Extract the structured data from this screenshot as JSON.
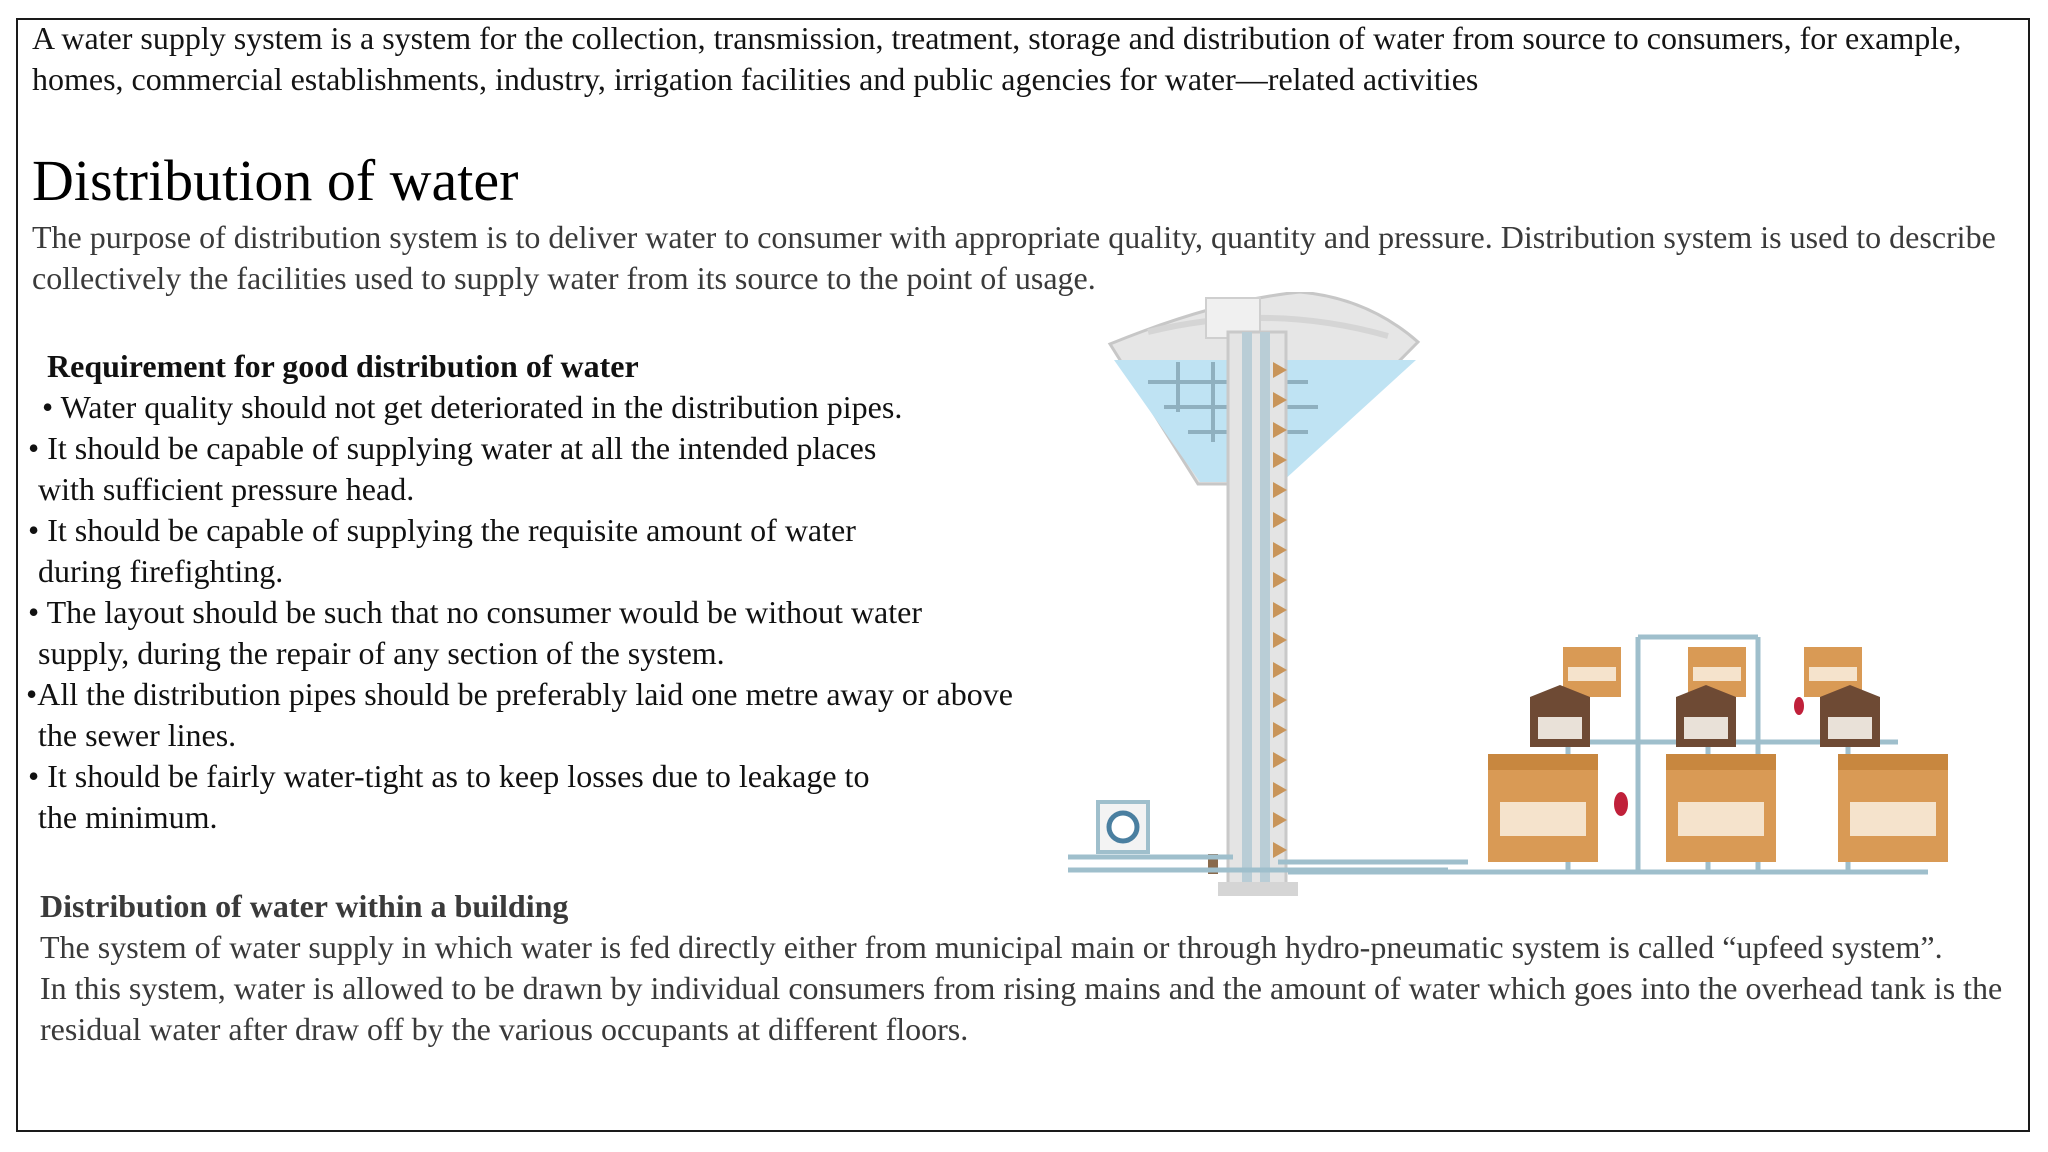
{
  "intro": "A water supply system is a system for the collection, transmission, treatment, storage and distribution of water from source to consumers, for example, homes, commercial establishments, industry, irrigation facilities and public agencies for water—related activities",
  "title": "Distribution of water",
  "purpose": "The purpose of distribution system is to deliver water to consumer with appropriate quality, quantity and pressure.  Distribution system is used to describe collectively the facilities used to supply water from its source to the point of usage.",
  "requirements": {
    "heading": "Requirement for good distribution of water",
    "lines": [
      "•   Water quality should not get deteriorated in the distribution pipes.",
      "•    It should be capable of supplying water at all the intended places",
      "with sufficient pressure head.",
      "• It should be capable of supplying the requisite amount of water",
      "during firefighting.",
      "•    The layout should be such that no consumer would be without water",
      "supply, during the repair of any section of the system.",
      "•All  the distribution pipes should be preferably laid one metre away or above",
      "the  sewer lines.",
      "•    It should be fairly water-tight as to keep losses due to leakage to",
      "the  minimum."
    ]
  },
  "building": {
    "heading": "Distribution of water within a building",
    "para1": " The system of water supply in which water is fed directly either from municipal main or through hydro-pneumatic system is called “upfeed system”.",
    "para2": " In this system, water is allowed to be drawn by individual consumers from rising mains and the amount of water which goes into the overhead tank is the residual water after draw off by the various occupants at different floors."
  },
  "illustration": {
    "icon": "water-tower-distribution-illustration",
    "colors": {
      "water": "#bfe3f3",
      "pipe": "#9fbfcc",
      "house_light": "#d99a55",
      "house_dark": "#6e4a34",
      "valve": "#c0203a"
    }
  }
}
